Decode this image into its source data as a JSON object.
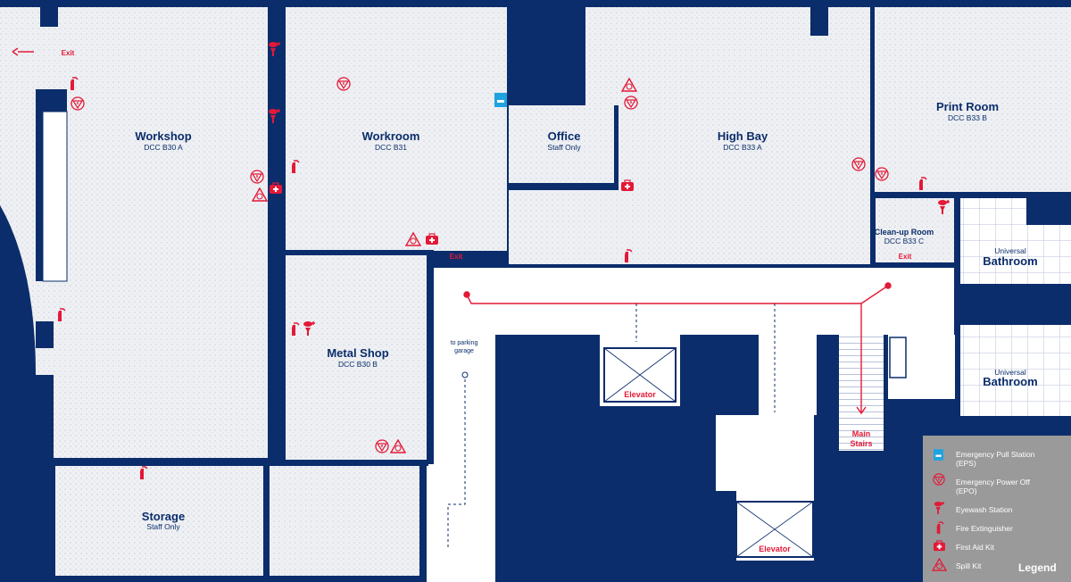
{
  "colors": {
    "wall": "#0b2d6b",
    "accent": "#e31937",
    "floor": "#eef0f3",
    "legend_bg": "#9a9a9a",
    "eps": "#1fa3e0"
  },
  "rooms": {
    "workshop": {
      "name": "Workshop",
      "code": "DCC B30 A"
    },
    "workroom": {
      "name": "Workroom",
      "code": "DCC B31"
    },
    "office": {
      "name": "Office",
      "code": "Staff Only"
    },
    "high_bay": {
      "name": "High Bay",
      "code": "DCC B33 A"
    },
    "print_room": {
      "name": "Print Room",
      "code": "DCC B33 B"
    },
    "cleanup": {
      "name": "Clean-up Room",
      "code": "DCC B33 C"
    },
    "metal_shop": {
      "name": "Metal Shop",
      "code": "DCC B30 B"
    },
    "storage": {
      "name": "Storage",
      "code": "Staff Only"
    },
    "bathroom1": {
      "sub": "Universal",
      "name": "Bathroom"
    },
    "bathroom2": {
      "sub": "Universal",
      "name": "Bathroom"
    },
    "elevator1": "Elevator",
    "elevator2": "Elevator",
    "main_stairs": [
      "Main",
      "Stairs"
    ]
  },
  "labels": {
    "exit": "Exit",
    "parking": [
      "to parking",
      "garage"
    ]
  },
  "legend": {
    "title": "Legend",
    "items": [
      {
        "icon": "emergency-pull-station-icon",
        "label": [
          "Emergency Pull Station",
          "(EPS)"
        ]
      },
      {
        "icon": "emergency-power-off-icon",
        "label": [
          "Emergency Power Off",
          "(EPO)"
        ]
      },
      {
        "icon": "eyewash-station-icon",
        "label": [
          "Eyewash Station"
        ]
      },
      {
        "icon": "fire-extinguisher-icon",
        "label": [
          "Fire Extinguisher"
        ]
      },
      {
        "icon": "first-aid-kit-icon",
        "label": [
          "First Aid Kit"
        ]
      },
      {
        "icon": "spill-kit-icon",
        "label": [
          "Spill Kit"
        ]
      }
    ]
  }
}
